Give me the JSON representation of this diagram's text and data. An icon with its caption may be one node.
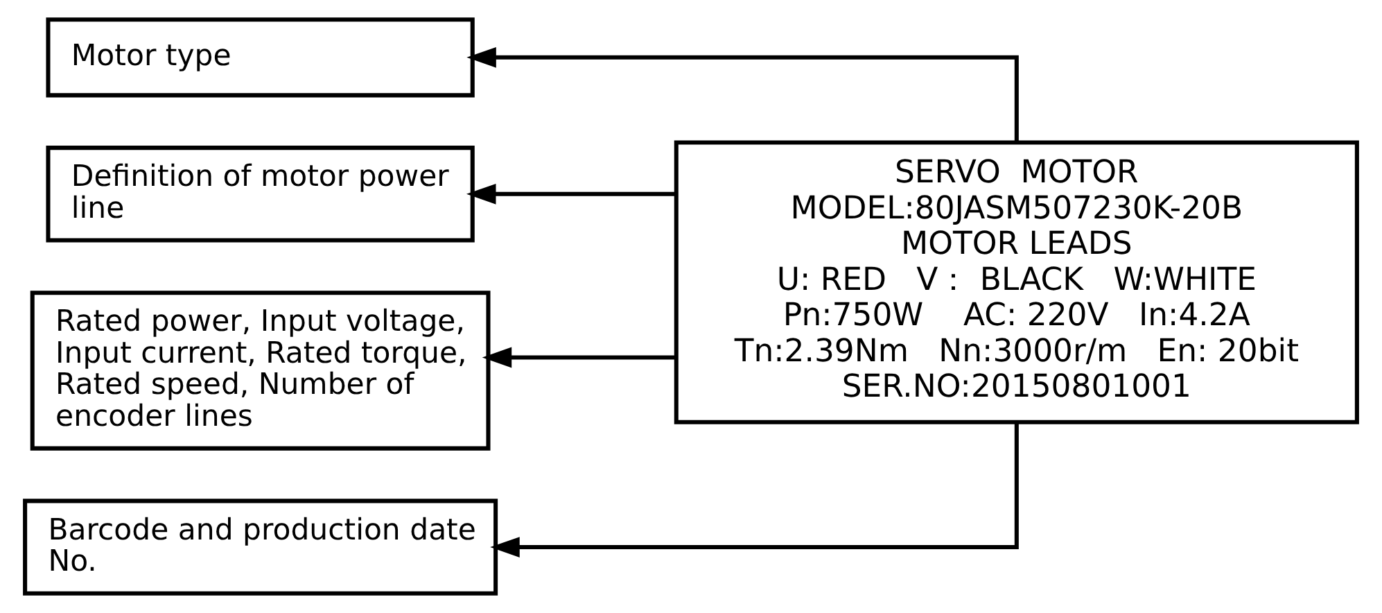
{
  "diagram": {
    "nodes": [
      {
        "text": [
          "Motor type"
        ]
      },
      {
        "text": [
          "Definition of motor power line"
        ]
      },
      {
        "text": [
          "Rated power, Input voltage, Input current, Rated torque, Rated speed, Number of encoder lines"
        ]
      },
      {
        "text": [
          "Barcode and production date No."
        ]
      },
      {
        "text": [
          "SERVO  MOTOR",
          "MODEL:80JASM507230K-20B",
          "MOTOR LEADS",
          "U: RED   V： BLACK   W:WHITE",
          "Pn:750W    AC: 220V   In:4.2A",
          "Tn:2.39Nm   Nn:3000r/m   En: 20bit",
          "SER.NO:20150801001"
        ]
      }
    ],
    "edges": [
      {
        "from": 4,
        "to": 0,
        "arrow": "to"
      },
      {
        "from": 4,
        "to": 1,
        "arrow": "to"
      },
      {
        "from": 4,
        "to": 2,
        "arrow": "to"
      },
      {
        "from": 4,
        "to": 3,
        "arrow": "to"
      }
    ]
  }
}
